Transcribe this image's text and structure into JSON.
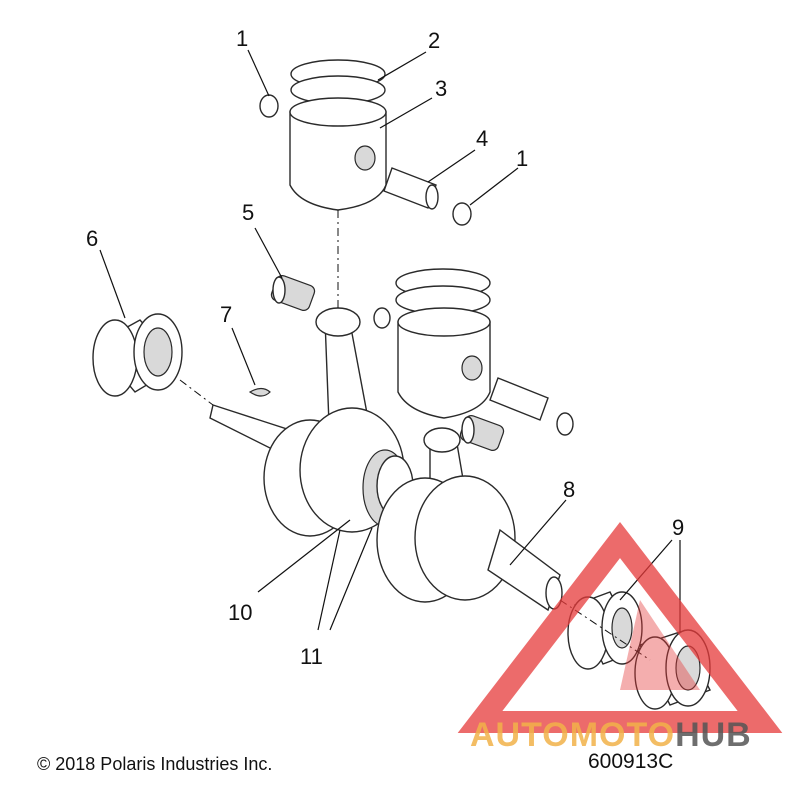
{
  "callouts": {
    "c1a": "1",
    "c2": "2",
    "c3": "3",
    "c4": "4",
    "c1b": "1",
    "c5": "5",
    "c6": "6",
    "c7": "7",
    "c8": "8",
    "c9": "9",
    "c10": "10",
    "c11": "11"
  },
  "footer": {
    "copyright": "© 2018 Polaris Industries Inc.",
    "drawing_number": "600913C"
  },
  "watermark": {
    "brand_part1": "AUTOMOTO",
    "brand_part2": "HUB",
    "triangle_color": "#e63a3a",
    "text_color_1": "#f2b24a",
    "text_color_2": "#555555"
  }
}
